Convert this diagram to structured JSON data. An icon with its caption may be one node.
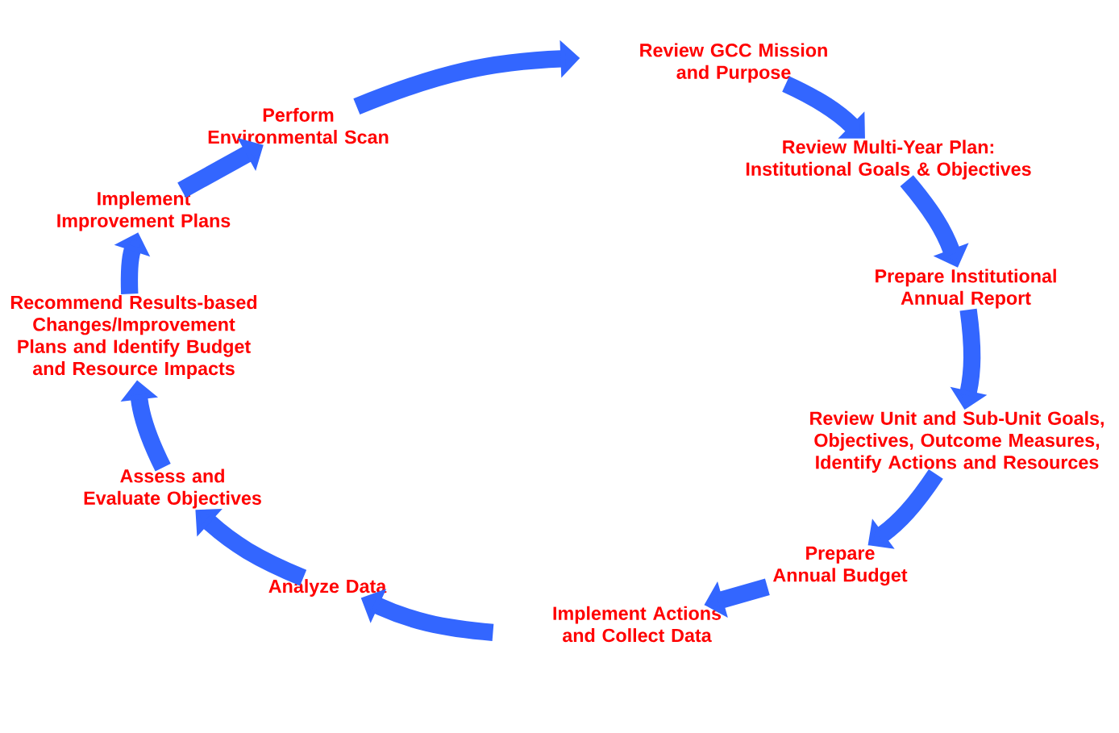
{
  "diagram": {
    "nodes": [
      {
        "text": [
          "Review GCC Mission and Purpose"
        ]
      },
      {
        "text": [
          "Review Multi-Year Plan: Institutional Goals & Objectives"
        ]
      },
      {
        "text": [
          "Prepare Institutional Annual Report"
        ]
      },
      {
        "text": [
          "Review Unit and Sub-Unit Goals, Objectives, Outcome Measures, Identify Actions and Resources"
        ]
      },
      {
        "text": [
          "Prepare Annual Budget"
        ]
      },
      {
        "text": [
          "Implement Actions and Collect Data"
        ]
      },
      {
        "text": [
          "Analyze Data"
        ]
      },
      {
        "text": [
          "Assess and Evaluate Objectives"
        ]
      },
      {
        "text": [
          "Recommend Results-based Changes/Improvement Plans and Identify Budget and Resource Impacts"
        ]
      },
      {
        "text": [
          "Implement Improvement Plans"
        ]
      },
      {
        "text": [
          "Perform Environmental Scan"
        ]
      }
    ],
    "edges": [
      {
        "from": 0,
        "to": 1,
        "arrow": "to"
      },
      {
        "from": 1,
        "to": 2,
        "arrow": "to"
      },
      {
        "from": 2,
        "to": 3,
        "arrow": "to"
      },
      {
        "from": 3,
        "to": 4,
        "arrow": "to"
      },
      {
        "from": 4,
        "to": 5,
        "arrow": "to"
      },
      {
        "from": 5,
        "to": 6,
        "arrow": "to"
      },
      {
        "from": 6,
        "to": 7,
        "arrow": "to"
      },
      {
        "from": 7,
        "to": 8,
        "arrow": "to"
      },
      {
        "from": 8,
        "to": 9,
        "arrow": "to"
      },
      {
        "from": 9,
        "to": 10,
        "arrow": "to"
      },
      {
        "from": 10,
        "to": 0,
        "arrow": "to"
      }
    ]
  }
}
